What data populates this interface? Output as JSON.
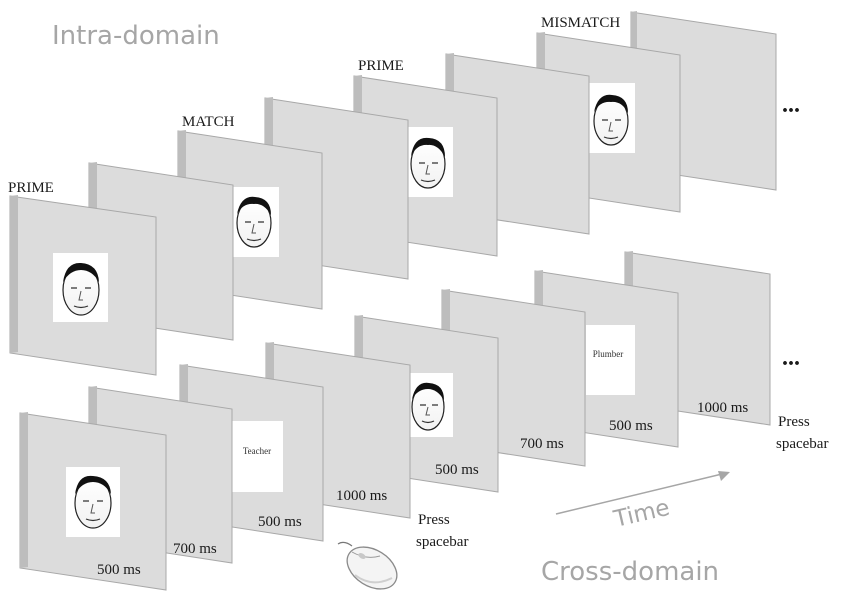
{
  "titles": {
    "intra": "Intra-domain",
    "cross": "Cross-domain",
    "time": "Time"
  },
  "intra_domain": {
    "labels": {
      "prime1": "PRIME",
      "match": "MATCH",
      "prime2": "PRIME",
      "mismatch": "MISMATCH"
    },
    "continuation": "..."
  },
  "cross_domain": {
    "word_teacher": "Teacher",
    "word_plumber": "Plumber",
    "durations": {
      "d1": "500 ms",
      "d2": "700 ms",
      "d3": "500 ms",
      "d4": "1000 ms",
      "d5": "500 ms",
      "d6": "700 ms",
      "d7": "500 ms",
      "d8": "1000 ms"
    },
    "press1": [
      "Press",
      "spacebar"
    ],
    "press2": [
      "Press",
      "spacebar"
    ],
    "continuation": "..."
  },
  "colors": {
    "screen_fill": "#dcdcdc",
    "screen_side": "#bdbdbd",
    "screen_edge": "#a8a8a8",
    "label_gray": "#a6a6a6",
    "text": "#1a1a1a"
  }
}
